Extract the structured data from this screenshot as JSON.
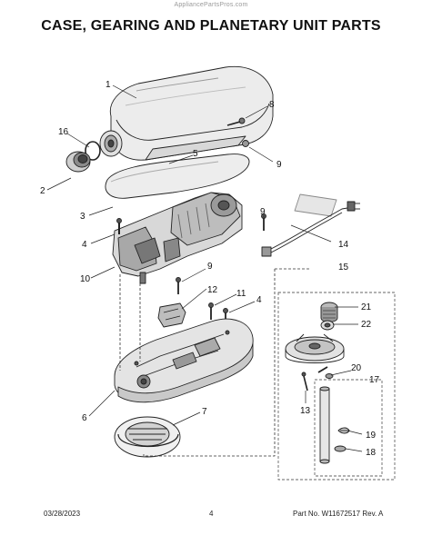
{
  "watermark": "AppliancePartsPros.com",
  "title": "CASE, GEARING AND PLANETARY UNIT PARTS",
  "callouts": {
    "c1": "1",
    "c2": "2",
    "c3": "3",
    "c4a": "4",
    "c4b": "4",
    "c5": "5",
    "c6": "6",
    "c7": "7",
    "c8": "8",
    "c9a": "9",
    "c9b": "9",
    "c9c": "9",
    "c10": "10",
    "c11": "11",
    "c12": "12",
    "c13": "13",
    "c14": "14",
    "c15": "15",
    "c16": "16",
    "c17": "17",
    "c18": "18",
    "c19": "19",
    "c20": "20",
    "c21": "21",
    "c22": "22"
  },
  "footer": {
    "date": "03/28/2023",
    "page": "4",
    "part_number": "Part No. W11672517  Rev. A"
  }
}
